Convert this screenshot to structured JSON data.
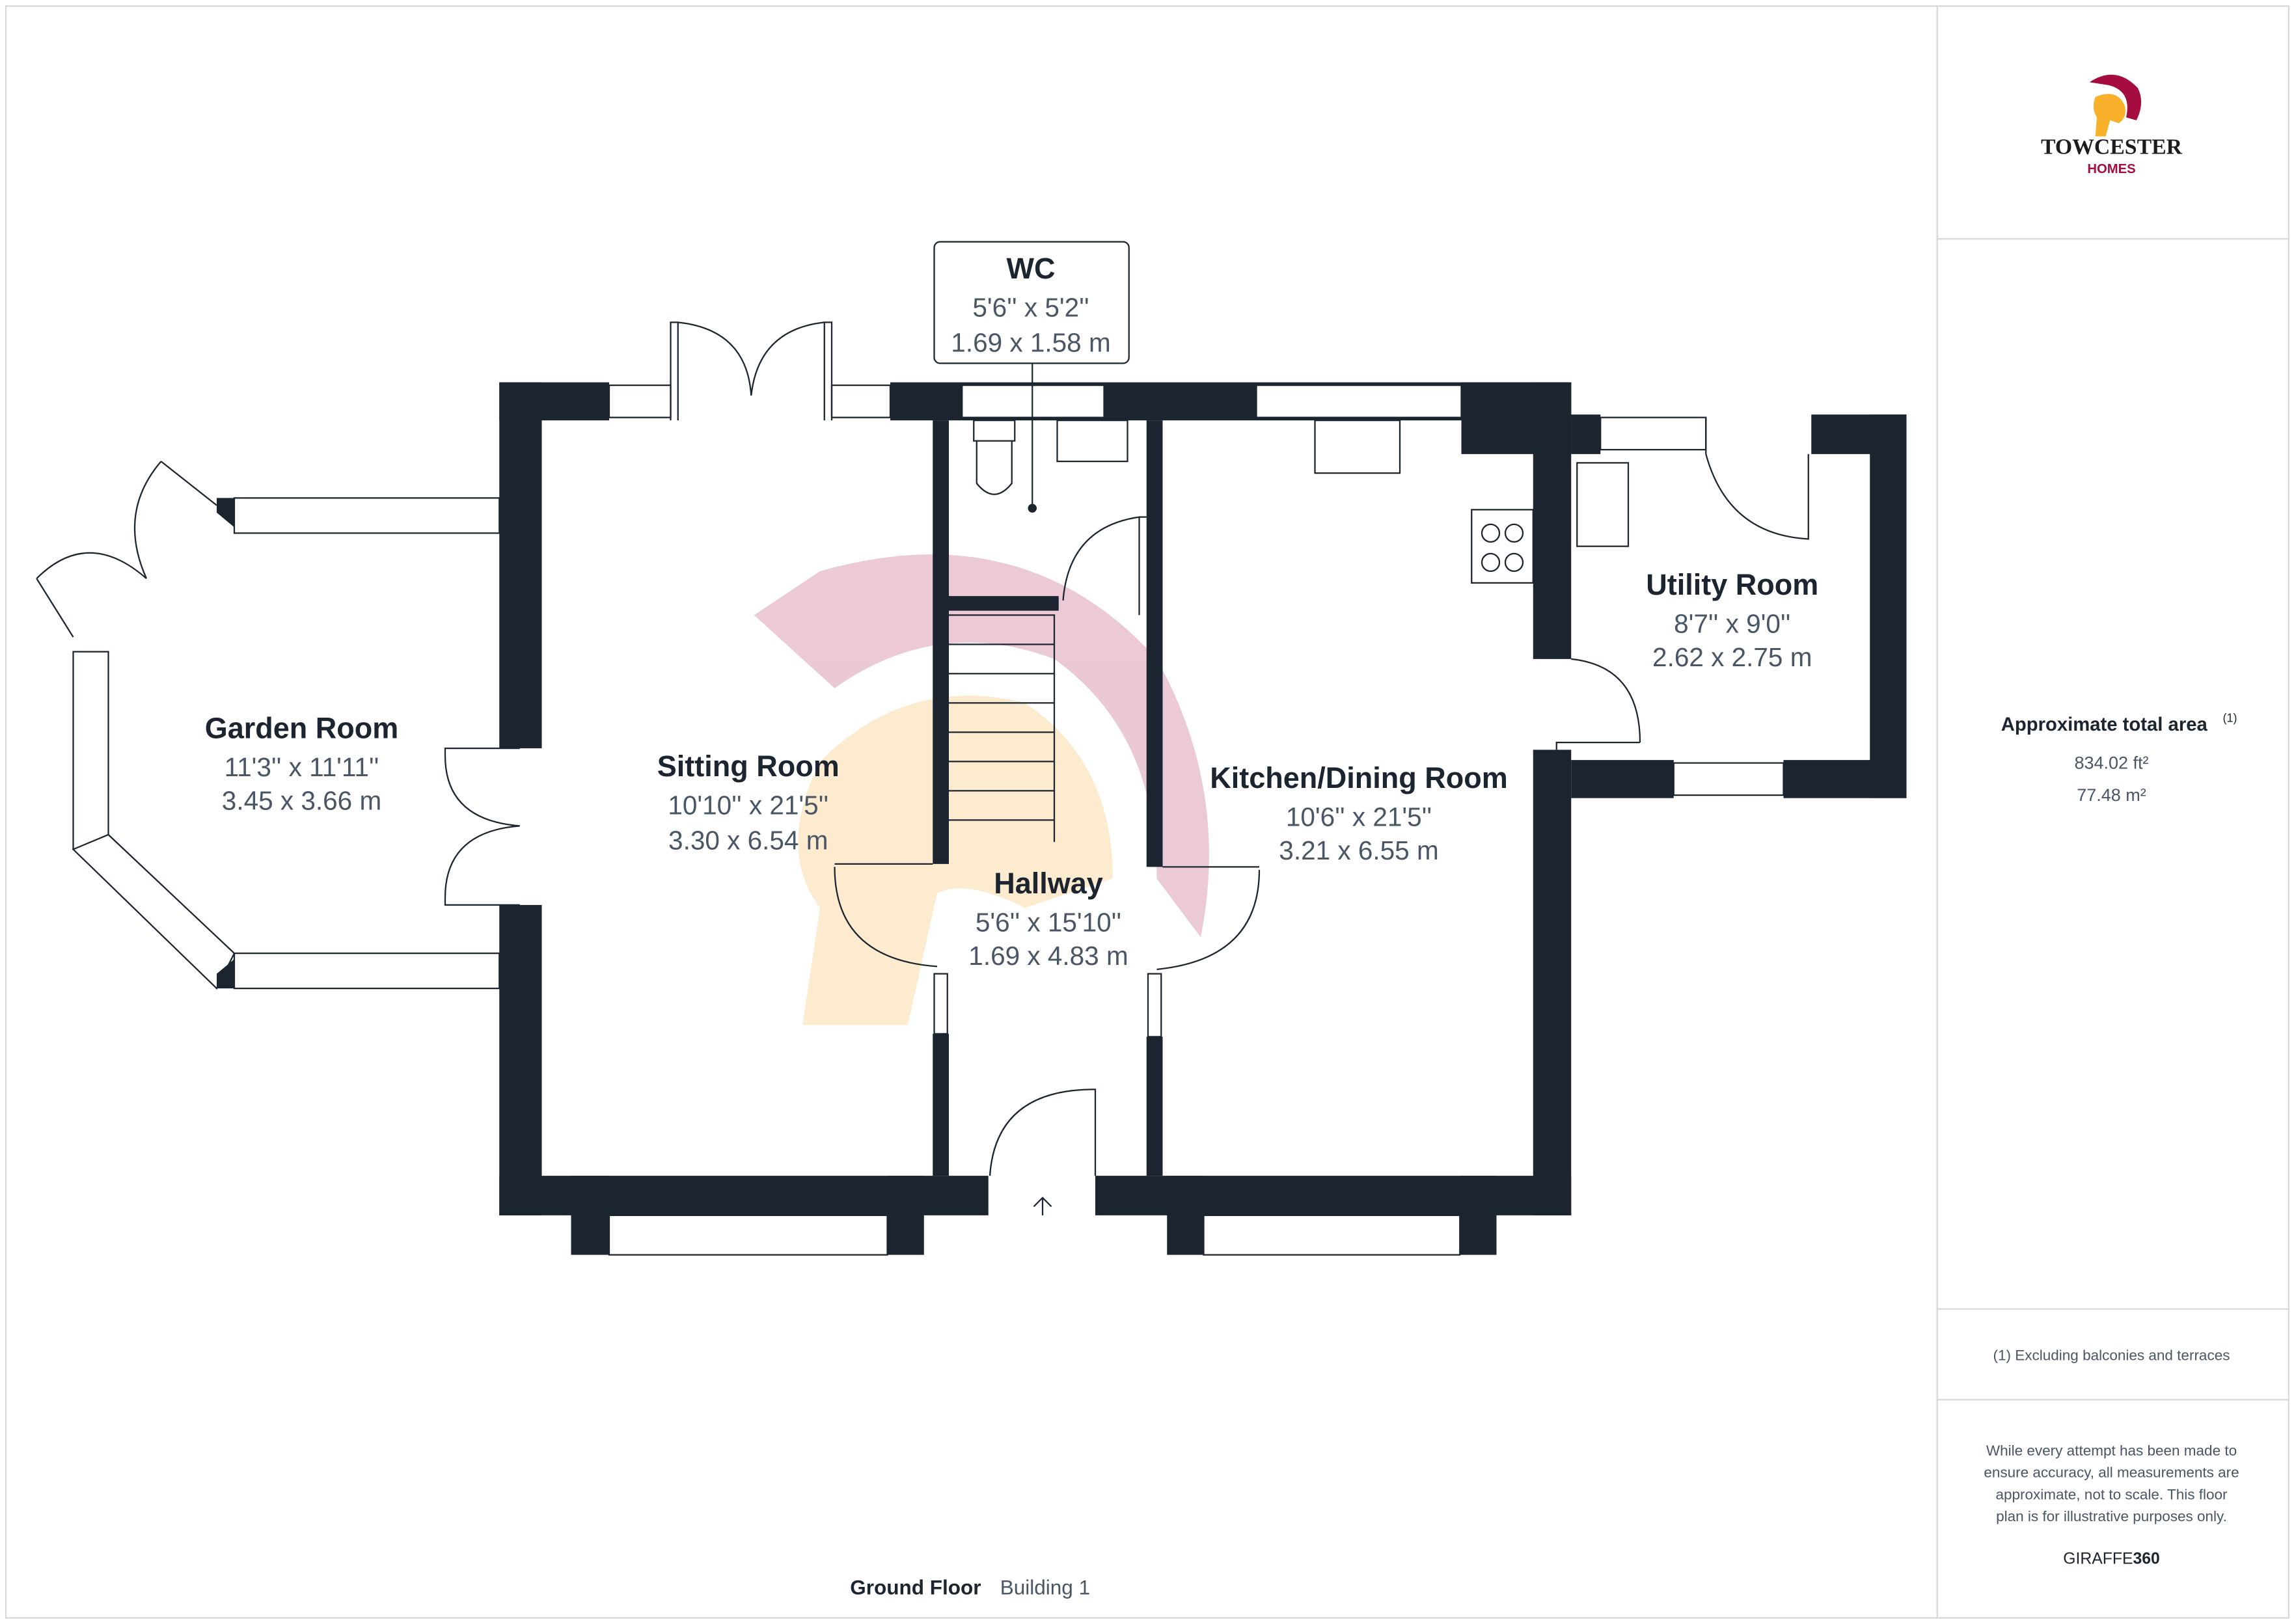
{
  "brand": {
    "name": "TOWCESTER",
    "sub": "HOMES",
    "colors": {
      "crimson": "#a50d3e",
      "gold": "#f9c02b",
      "orange": "#f08a2a"
    }
  },
  "rooms": [
    {
      "name": "Garden Room",
      "imperial": "11'3'' x 11'11''",
      "metric": "3.45 x 3.66 m"
    },
    {
      "name": "Sitting Room",
      "imperial": "10'10'' x 21'5''",
      "metric": "3.30 x 6.54 m"
    },
    {
      "name": "WC",
      "imperial": "5'6'' x 5'2''",
      "metric": "1.69 x 1.58 m"
    },
    {
      "name": "Hallway",
      "imperial": "5'6'' x 15'10''",
      "metric": "1.69 x 4.83 m"
    },
    {
      "name": "Kitchen/Dining Room",
      "imperial": "10'6'' x 21'5''",
      "metric": "3.21 x 6.55 m"
    },
    {
      "name": "Utility Room",
      "imperial": "8'7'' x 9'0''",
      "metric": "2.62 x 2.75 m"
    }
  ],
  "summary": {
    "title": "Approximate total area",
    "footnote_mark": "(1)",
    "area_ft": "834.02 ft²",
    "area_m": "77.48 m²",
    "footnote": "(1) Excluding balconies and terraces",
    "disclaimer": [
      "While every attempt has been made to",
      "ensure accuracy, all measurements are",
      "approximate, not to scale. This floor",
      "plan is for illustrative purposes only."
    ],
    "credit_a": "GIRAFFE",
    "credit_b": "360"
  },
  "footer": {
    "floor": "Ground Floor",
    "building": "Building 1"
  }
}
